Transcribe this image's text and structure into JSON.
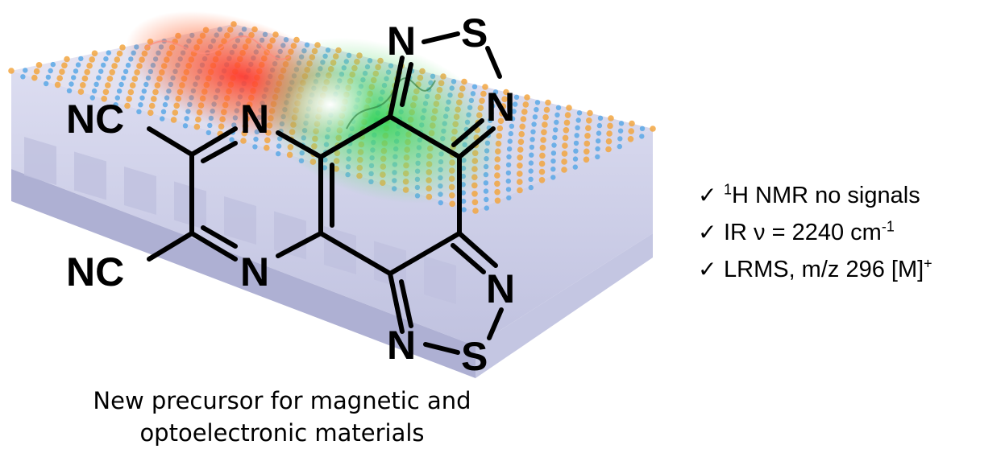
{
  "molecule": {
    "atoms": {
      "nc_top": "NC",
      "nc_bottom": "NC",
      "n_pyrazine_top": "N",
      "n_pyrazine_bottom": "N",
      "n_thiadiazole_top_left": "N",
      "s_thiadiazole_top": "S",
      "n_thiadiazole_top_right": "N",
      "n_thiadiazole_bottom_right": "N",
      "n_thiadiazole_bottom_left": "N",
      "s_thiadiazole_bottom": "S"
    }
  },
  "checklist": [
    {
      "check": "✓",
      "pre": "",
      "sup": "1",
      "text": "H NMR no signals",
      "sup_end": ""
    },
    {
      "check": "✓",
      "pre": "",
      "sup": "",
      "text": "IR ν = 2240 cm",
      "sup_end": "-1"
    },
    {
      "check": "✓",
      "pre": "",
      "sup": "",
      "text": "LRMS, m/z 296 [M]",
      "sup_end": "+"
    }
  ],
  "caption": {
    "line1": "New precursor for magnetic and",
    "line2": "optoelectronic materials"
  },
  "colors": {
    "atom_orange": "#f2a641",
    "atom_blue": "#5aa8e6",
    "slab": "#c9cbe6",
    "glow_red": "#ff3b2f",
    "glow_green": "#36d45a",
    "bond": "#000000"
  }
}
